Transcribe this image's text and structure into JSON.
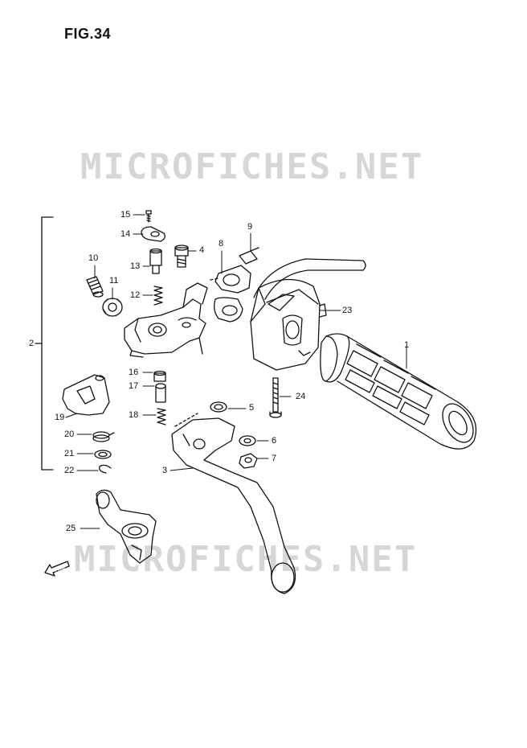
{
  "figure": {
    "title": "FIG.34",
    "watermark": "MICROFICHES.NET",
    "fwd_arrow_label": "FWD"
  },
  "callouts": {
    "c1": "1",
    "c2": "2",
    "c3": "3",
    "c4": "4",
    "c5": "5",
    "c6": "6",
    "c7": "7",
    "c8": "8",
    "c9": "9",
    "c10": "10",
    "c11": "11",
    "c12": "12",
    "c13": "13",
    "c14": "14",
    "c15": "15",
    "c16": "16",
    "c17": "17",
    "c18": "18",
    "c19": "19",
    "c20": "20",
    "c21": "21",
    "c22": "22",
    "c23": "23",
    "c24": "24",
    "c25": "25"
  },
  "colors": {
    "line": "#111111",
    "watermark": "#d6d6d6",
    "background": "#ffffff"
  }
}
